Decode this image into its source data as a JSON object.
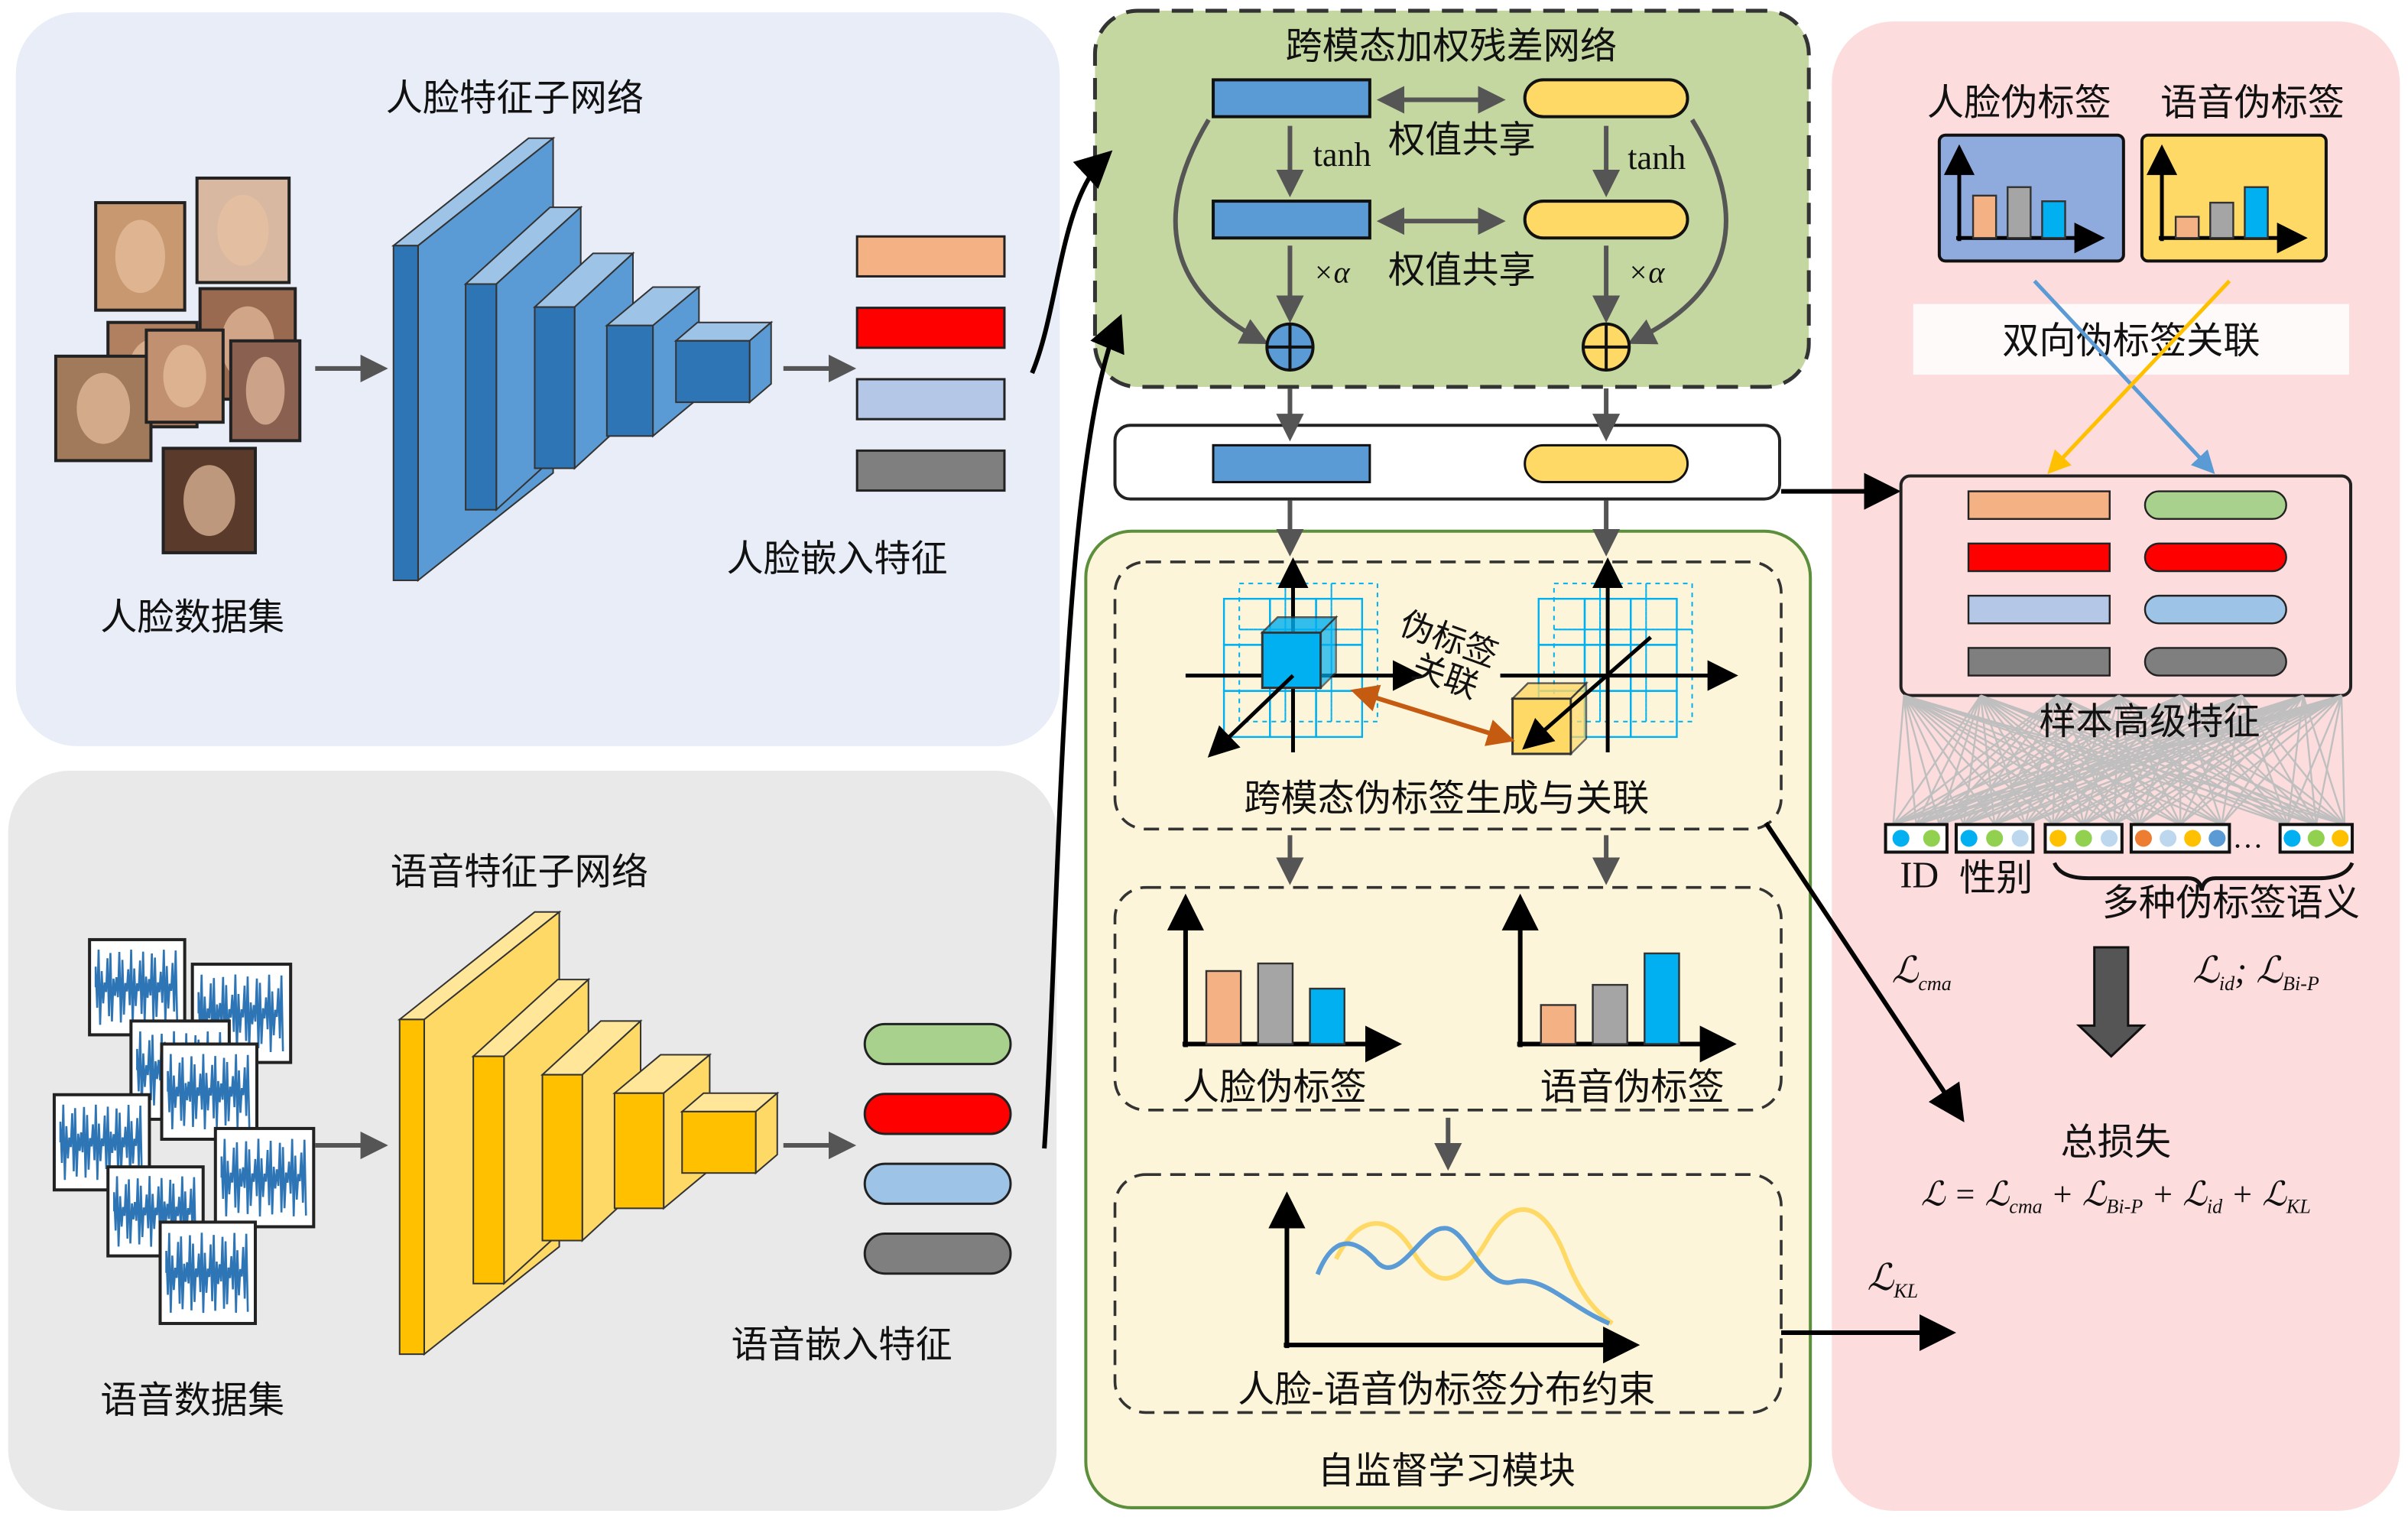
{
  "face_branch": {
    "subnet_title": "人脸特征子网络",
    "dataset_label": "人脸数据集",
    "embedding_label": "人脸嵌入特征",
    "embedding_colors": [
      "#f4b183",
      "#ff0000",
      "#b4c7e7",
      "#7f7f7f"
    ]
  },
  "voice_branch": {
    "subnet_title": "语音特征子网络",
    "dataset_label": "语音数据集",
    "embedding_label": "语音嵌入特征",
    "embedding_colors": [
      "#a9d18e",
      "#ff0000",
      "#9dc3e6",
      "#7f7f7f"
    ]
  },
  "residual_network": {
    "title": "跨模态加权残差网络",
    "tanh": "tanh",
    "weight_sharing": "权值共享",
    "alpha": "×α"
  },
  "self_supervised": {
    "title": "自监督学习模块",
    "generation_label": "跨模态伪标签生成与关联",
    "association_line1": "伪标签",
    "association_line2": "关联",
    "face_pseudo_label": "人脸伪标签",
    "voice_pseudo_label": "语音伪标签",
    "distribution_label": "人脸-语音伪标签分布约束"
  },
  "loss_panel": {
    "face_pseudo_label": "人脸伪标签",
    "voice_pseudo_label": "语音伪标签",
    "bidirectional_label": "双向伪标签关联",
    "sample_features": "样本高级特征",
    "id_label": "ID",
    "gender_label": "性别",
    "semantics_label": "多种伪标签语义",
    "ellipsis": "…",
    "total_loss_label": "总损失",
    "loss_symbol": "ℒ",
    "sub_cma": "cma",
    "sub_bip": "Bi-P",
    "sub_id": "id",
    "sub_kl": "KL",
    "equals": " = ",
    "plus": " + ",
    "semicolon": "; "
  },
  "colors": {
    "face_blue": "#5b9bd5",
    "voice_yellow": "#ffd966",
    "residual_bg": "#c5d7a1",
    "self_supervised_bg": "#fdf5d9",
    "loss_bg": "#fcdcdc",
    "face_panel_bg": "#e8edf7",
    "voice_panel_bg": "#e9e9e9"
  }
}
